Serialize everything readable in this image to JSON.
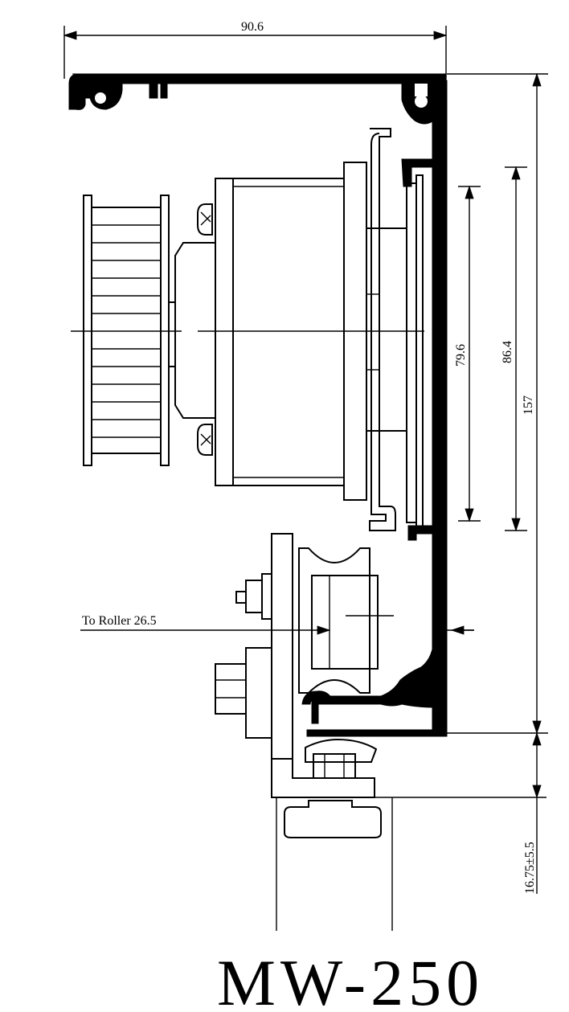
{
  "dimensions": {
    "width_top": "90.6",
    "inner_height_a": "79.6",
    "inner_height_b": "86.4",
    "total_height": "157",
    "offset": "16.75±5.5",
    "roller": "To Roller 26.5"
  },
  "model": "MW-250"
}
